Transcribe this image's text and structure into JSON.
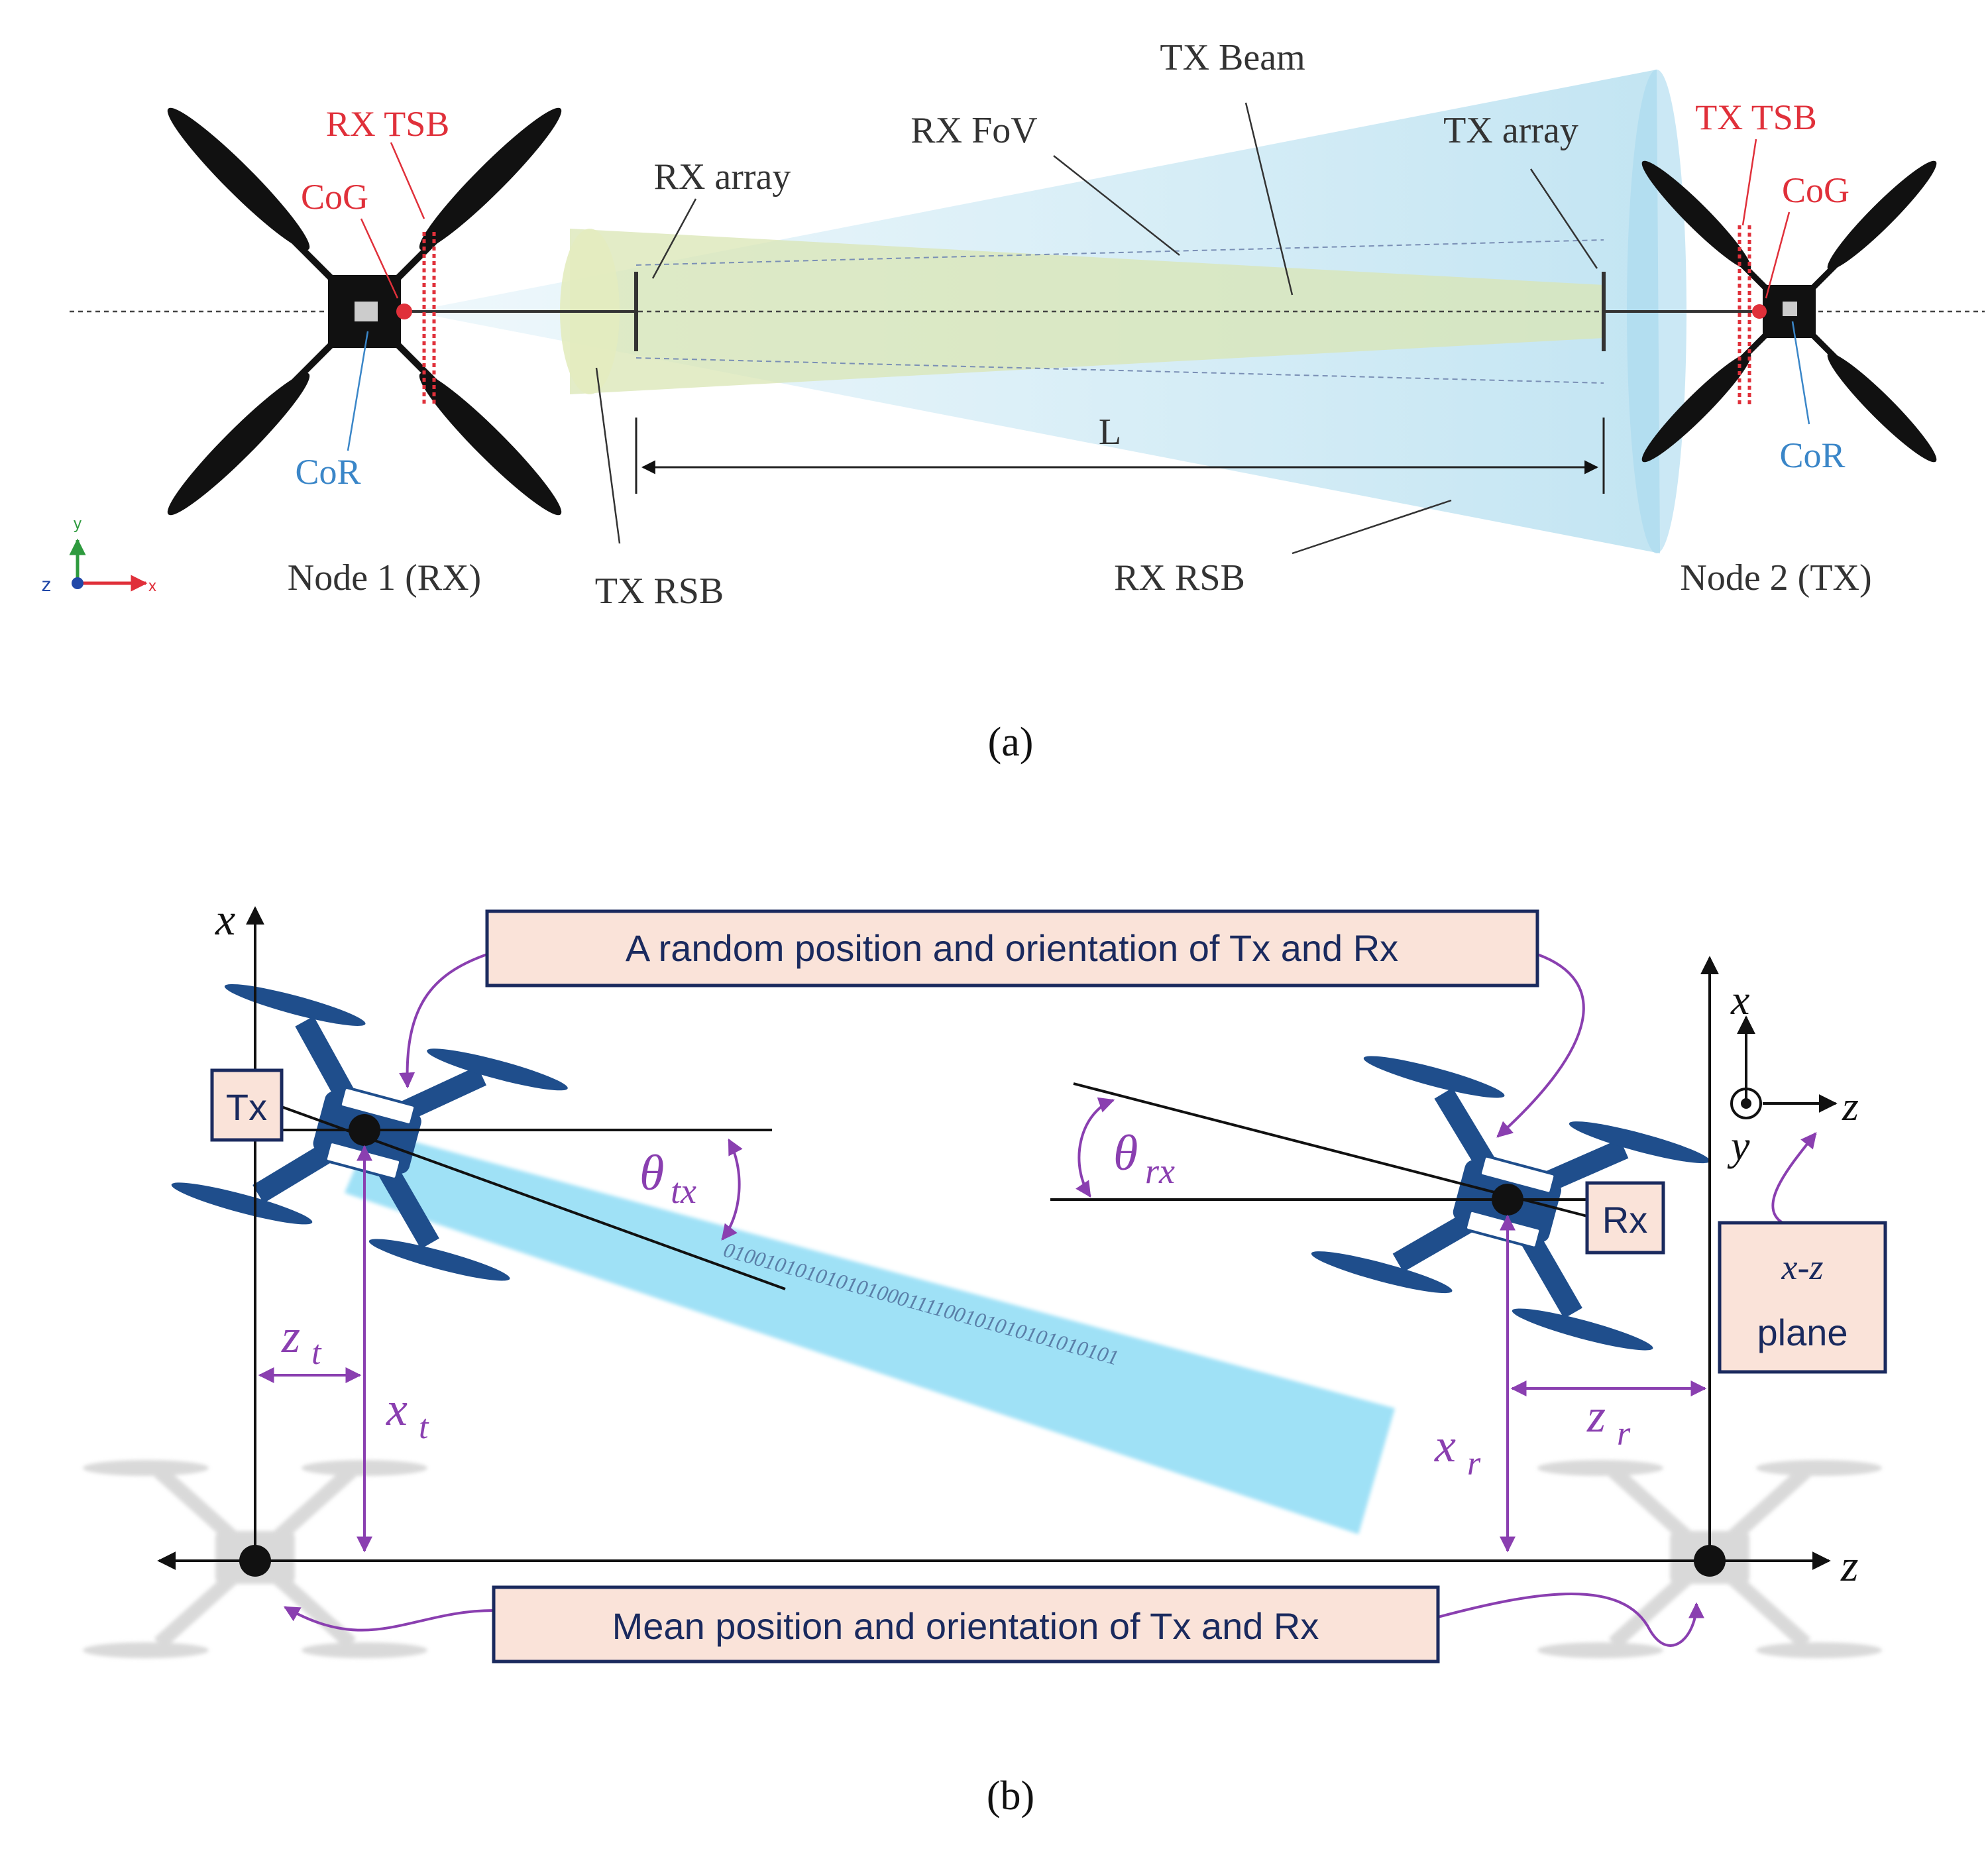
{
  "colors": {
    "black": "#111111",
    "red_label": "#e0303a",
    "blue_label": "#3a86c8",
    "drone_blue": "#1f4e8c",
    "ghost_gray": "#c8c8c8",
    "purple": "#8a3fb0",
    "beam_cyan": "#8fdcf5",
    "box_fill": "#fae3d9",
    "box_border": "#1a2a5e",
    "fov_green": "#d9e6b4",
    "tx_beam_light": "#d7eef7"
  },
  "panel_a": {
    "label_tx_beam": "TX Beam",
    "label_rx_fov": "RX FoV",
    "label_rx_array": "RX array",
    "label_tx_array": "TX array",
    "label_rx_tsb": "RX TSB",
    "label_tx_tsb": "TX TSB",
    "label_cog_left": "CoG",
    "label_cog_right": "CoG",
    "label_cor_left": "CoR",
    "label_cor_right": "CoR",
    "label_L": "L",
    "label_node1": "Node 1 (RX)",
    "label_node2": "Node 2 (TX)",
    "label_tx_rsb": "TX RSB",
    "label_rx_rsb": "RX RSB",
    "axis_y": "y",
    "axis_z": "z",
    "axis_x": "x",
    "caption": "(a)"
  },
  "panel_b": {
    "box_random": "A random position and orientation of Tx and Rx",
    "box_mean": "Mean position and orientation of Tx and Rx",
    "box_tx": "Tx",
    "box_rx": "Rx",
    "box_plane_line1": "x-z",
    "box_plane_line2": "plane",
    "theta_tx": "θ",
    "theta_tx_sub": "tx",
    "theta_rx": "θ",
    "theta_rx_sub": "rx",
    "zt": "z",
    "zt_sub": "t",
    "xt": "x",
    "xt_sub": "t",
    "zr": "z",
    "zr_sub": "r",
    "xr": "x",
    "xr_sub": "r",
    "axis_x_left": "x",
    "axis_z_bottom": "z",
    "axis_x_right": "x",
    "axis_z_right": "z",
    "axis_y_right": "y",
    "bits": "010010101010101000111100101010101010101",
    "caption": "(b)"
  }
}
